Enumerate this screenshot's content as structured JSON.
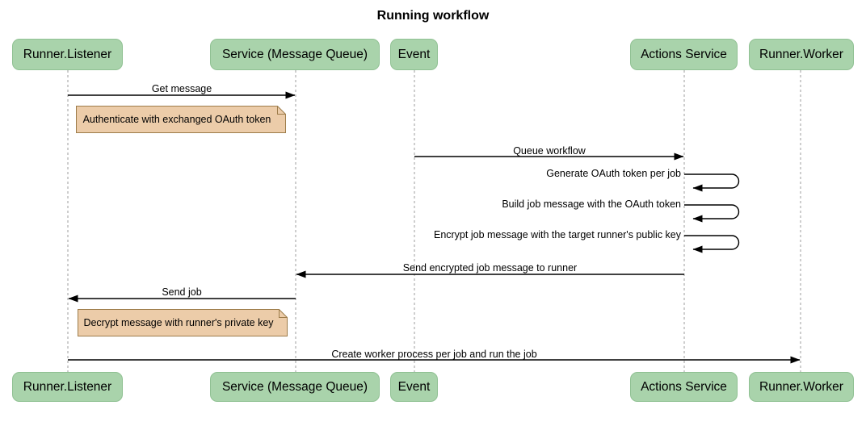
{
  "diagram": {
    "title": "Running workflow",
    "type": "sequence-diagram",
    "colors": {
      "background": "#ffffff",
      "actor_fill": "#a9d3ab",
      "actor_border": "#90c193",
      "note_fill": "#eccca9",
      "note_border": "#9d7c4a",
      "lifeline": "#9e9e9e",
      "arrow": "#000000",
      "text": "#000000"
    }
  },
  "participants": [
    {
      "label": "Runner.Listener"
    },
    {
      "label": "Service (Message Queue)"
    },
    {
      "label": "Event"
    },
    {
      "label": "Actions Service"
    },
    {
      "label": "Runner.Worker"
    }
  ],
  "messages": [
    {
      "label": "Get message",
      "from": "Runner.Listener",
      "to": "Service (Message Queue)",
      "type": "solid-arrow"
    },
    {
      "label": "Queue workflow",
      "from": "Event",
      "to": "Actions Service",
      "type": "solid-arrow"
    },
    {
      "label": "Generate OAuth token per job",
      "from": "Actions Service",
      "to": "Actions Service",
      "type": "self"
    },
    {
      "label": "Build job message with the OAuth token",
      "from": "Actions Service",
      "to": "Actions Service",
      "type": "self"
    },
    {
      "label": "Encrypt job message with the target runner's public key",
      "from": "Actions Service",
      "to": "Actions Service",
      "type": "self"
    },
    {
      "label": "Send encrypted job message to runner",
      "from": "Actions Service",
      "to": "Service (Message Queue)",
      "type": "solid-arrow"
    },
    {
      "label": "Send job",
      "from": "Service (Message Queue)",
      "to": "Runner.Listener",
      "type": "solid-arrow"
    },
    {
      "label": "Create worker process per job and run the job",
      "from": "Runner.Listener",
      "to": "Runner.Worker",
      "type": "solid-arrow"
    }
  ],
  "notes": [
    {
      "label": "Authenticate with exchanged OAuth token",
      "over": "Runner.Listener"
    },
    {
      "label": "Decrypt message with runner's private key",
      "over": "Runner.Listener"
    }
  ]
}
